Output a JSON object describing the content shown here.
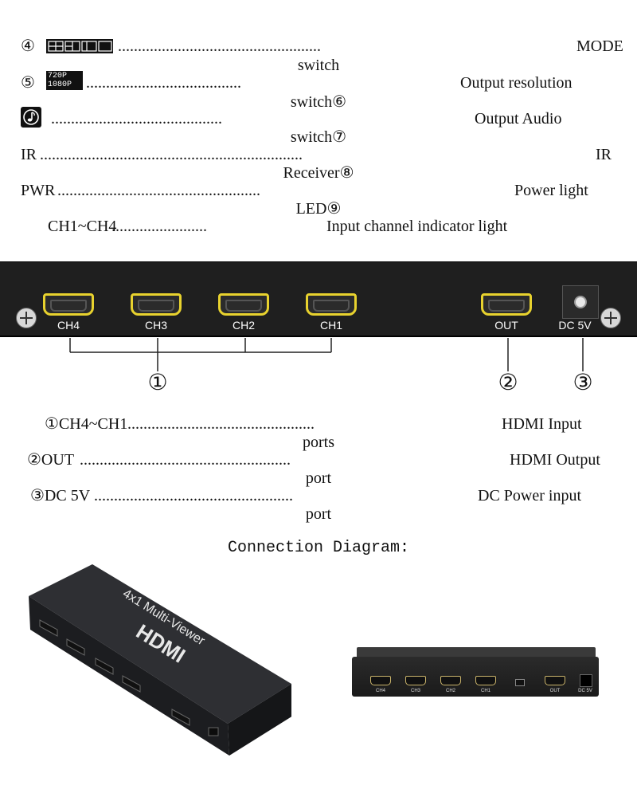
{
  "top_list": [
    {
      "num": "④",
      "icon": "mode-icon",
      "dots": "...................................................",
      "label": "MODE",
      "cont": "switch"
    },
    {
      "num": "⑤",
      "icon_lines": [
        "720P",
        "1080P"
      ],
      "dots": ".......................................",
      "label": "Output resolution",
      "cont": "switch⑥"
    },
    {
      "icon": "audio-note-icon",
      "dots": "...........................................",
      "label": "Output Audio",
      "cont": "switch⑦"
    },
    {
      "prefix": "IR",
      "dots": "..................................................................",
      "label": "IR",
      "cont": "Receiver⑧"
    },
    {
      "prefix": "PWR",
      "dots": "...................................................",
      "label": "Power light",
      "cont": "LED⑨"
    },
    {
      "prefix": "CH1~CH4",
      "dots": "........................",
      "label": "Input channel indicator light"
    }
  ],
  "panel": {
    "ports": [
      "CH4",
      "CH3",
      "CH2",
      "CH1"
    ],
    "out_label": "OUT",
    "dc_label": "DC 5V",
    "callouts": [
      "①",
      "②",
      "③"
    ]
  },
  "bottom_list": [
    {
      "prefix": "①CH4~CH1",
      "dots": "...............................................",
      "label": "HDMI Input",
      "cont": "ports"
    },
    {
      "prefix": "②OUT",
      "dots": ".....................................................",
      "label": "HDMI Output",
      "cont": "port"
    },
    {
      "prefix": "③DC 5V",
      "dots": "..................................................",
      "label": "DC Power input",
      "cont": "port"
    }
  ],
  "connection_title": "Connection Diagram:",
  "product": {
    "brand": "HDMI",
    "model": "4x1 Multi-Viewer",
    "photo_ports": [
      "CH4",
      "CH3",
      "CH2",
      "CH1",
      "OUT",
      "DC 5V"
    ]
  }
}
